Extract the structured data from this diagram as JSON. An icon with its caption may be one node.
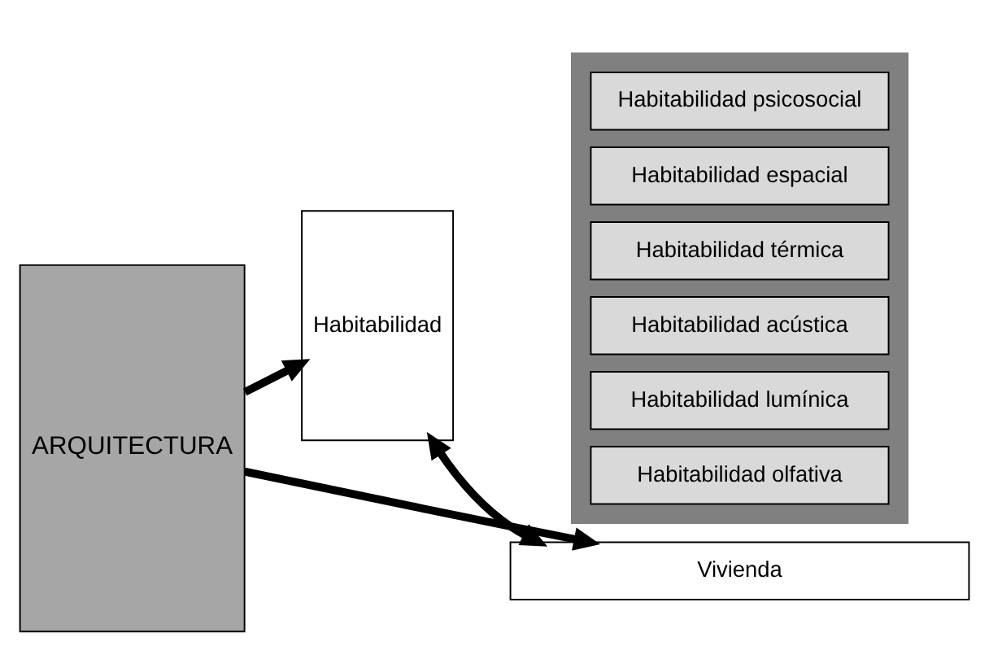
{
  "diagram": {
    "nodes": [
      {
        "text": [
          "ARQUITECTURA"
        ]
      },
      {
        "text": [
          "Habitabilidad"
        ]
      },
      {
        "text": [],
        "shape": "pentagon"
      },
      {
        "text": [
          "Habitabilidad psicosocial"
        ],
        "in": 2
      },
      {
        "text": [
          "Habitabilidad espacial"
        ],
        "in": 2
      },
      {
        "text": [
          "Habitabilidad térmica"
        ],
        "in": 2
      },
      {
        "text": [
          "Habitabilidad acústica"
        ],
        "in": 2
      },
      {
        "text": [
          "Habitabilidad lumínica"
        ],
        "in": 2
      },
      {
        "text": [
          "Habitabilidad olfativa"
        ],
        "in": 2
      },
      {
        "text": [
          "Vivienda"
        ]
      }
    ],
    "edges": [
      {
        "from": 0,
        "to": 1,
        "arrow": "to"
      },
      {
        "from": 1,
        "to": 9,
        "arrow": "both"
      },
      {
        "from": 0,
        "to": 9,
        "arrow": "to"
      }
    ]
  }
}
